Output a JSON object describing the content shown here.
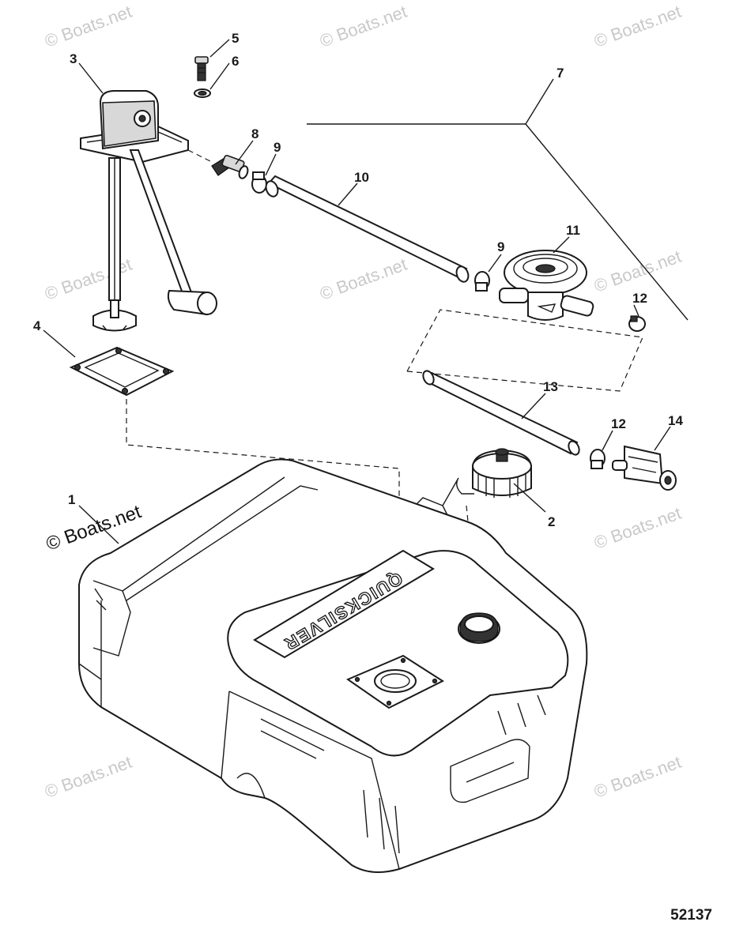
{
  "callouts": [
    {
      "id": "c1",
      "label": "1"
    },
    {
      "id": "c2",
      "label": "2"
    },
    {
      "id": "c3",
      "label": "3"
    },
    {
      "id": "c4",
      "label": "4"
    },
    {
      "id": "c5",
      "label": "5"
    },
    {
      "id": "c6",
      "label": "6"
    },
    {
      "id": "c7",
      "label": "7"
    },
    {
      "id": "c8",
      "label": "8"
    },
    {
      "id": "c9a",
      "label": "9"
    },
    {
      "id": "c9b",
      "label": "9"
    },
    {
      "id": "c10",
      "label": "10"
    },
    {
      "id": "c11",
      "label": "11"
    },
    {
      "id": "c12a",
      "label": "12"
    },
    {
      "id": "c12b",
      "label": "12"
    },
    {
      "id": "c13",
      "label": "13"
    },
    {
      "id": "c14",
      "label": "14"
    }
  ],
  "watermark": "© Boats.net",
  "tank_brand": "QUICKSILVER",
  "diagram_ref": "52137"
}
